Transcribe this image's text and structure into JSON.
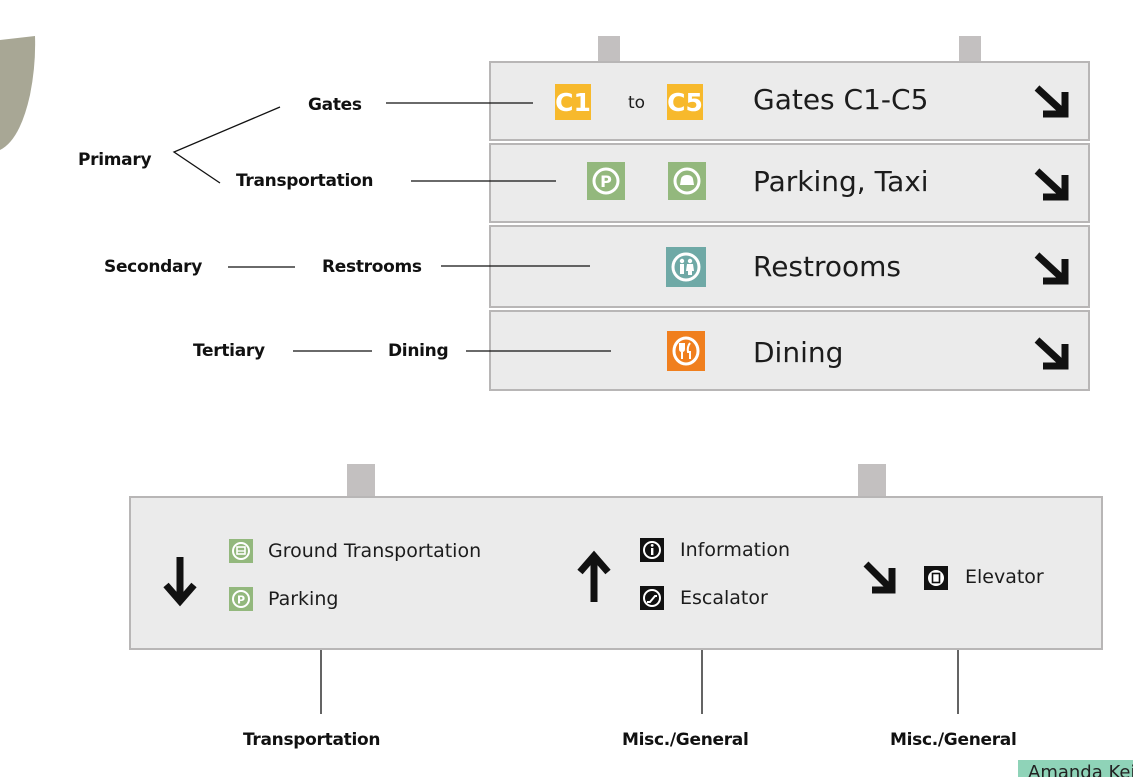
{
  "colors": {
    "sign_fill": "#ebebeb",
    "sign_border": "#b8b6b6",
    "hanger": "#c3c0c0",
    "gate_yellow": "#f7b92c",
    "transport_green": "#93b87d",
    "restroom_teal": "#6fa9a6",
    "dining_orange": "#f07f1e",
    "decor_olive": "#a8a795"
  },
  "top_sign": {
    "rows": [
      {
        "text": "Gates C1-C5",
        "badge_start": "C1",
        "joiner": "to",
        "badge_end": "C5",
        "arrow": "arrow-down-right"
      },
      {
        "text": "Parking, Taxi",
        "icons": [
          "parking-icon",
          "taxi-icon"
        ],
        "arrow": "arrow-down-right"
      },
      {
        "text": "Restrooms",
        "icons": [
          "restroom-icon"
        ],
        "arrow": "arrow-down-right"
      },
      {
        "text": "Dining",
        "icons": [
          "dining-icon"
        ],
        "arrow": "arrow-down-right"
      }
    ]
  },
  "hierarchy_labels": {
    "primary": "Primary",
    "gates": "Gates",
    "transportation": "Transportation",
    "secondary": "Secondary",
    "restrooms": "Restrooms",
    "tertiary": "Tertiary",
    "dining": "Dining"
  },
  "bottom_sign": {
    "group1": {
      "arrow": "arrow-down",
      "items": [
        "Ground Transportation",
        "Parking"
      ],
      "icons": [
        "bus-icon",
        "parking-icon"
      ]
    },
    "group2": {
      "arrow": "arrow-up",
      "items": [
        "Information",
        "Escalator"
      ],
      "icons": [
        "info-icon",
        "escalator-icon"
      ]
    },
    "group3": {
      "arrow": "arrow-down-right",
      "items": [
        "Elevator"
      ],
      "icons": [
        "elevator-icon"
      ]
    }
  },
  "bottom_labels": {
    "transportation": "Transportation",
    "misc_left": "Misc./General",
    "misc_right": "Misc./General"
  },
  "corner_tag": "Amanda Keil"
}
